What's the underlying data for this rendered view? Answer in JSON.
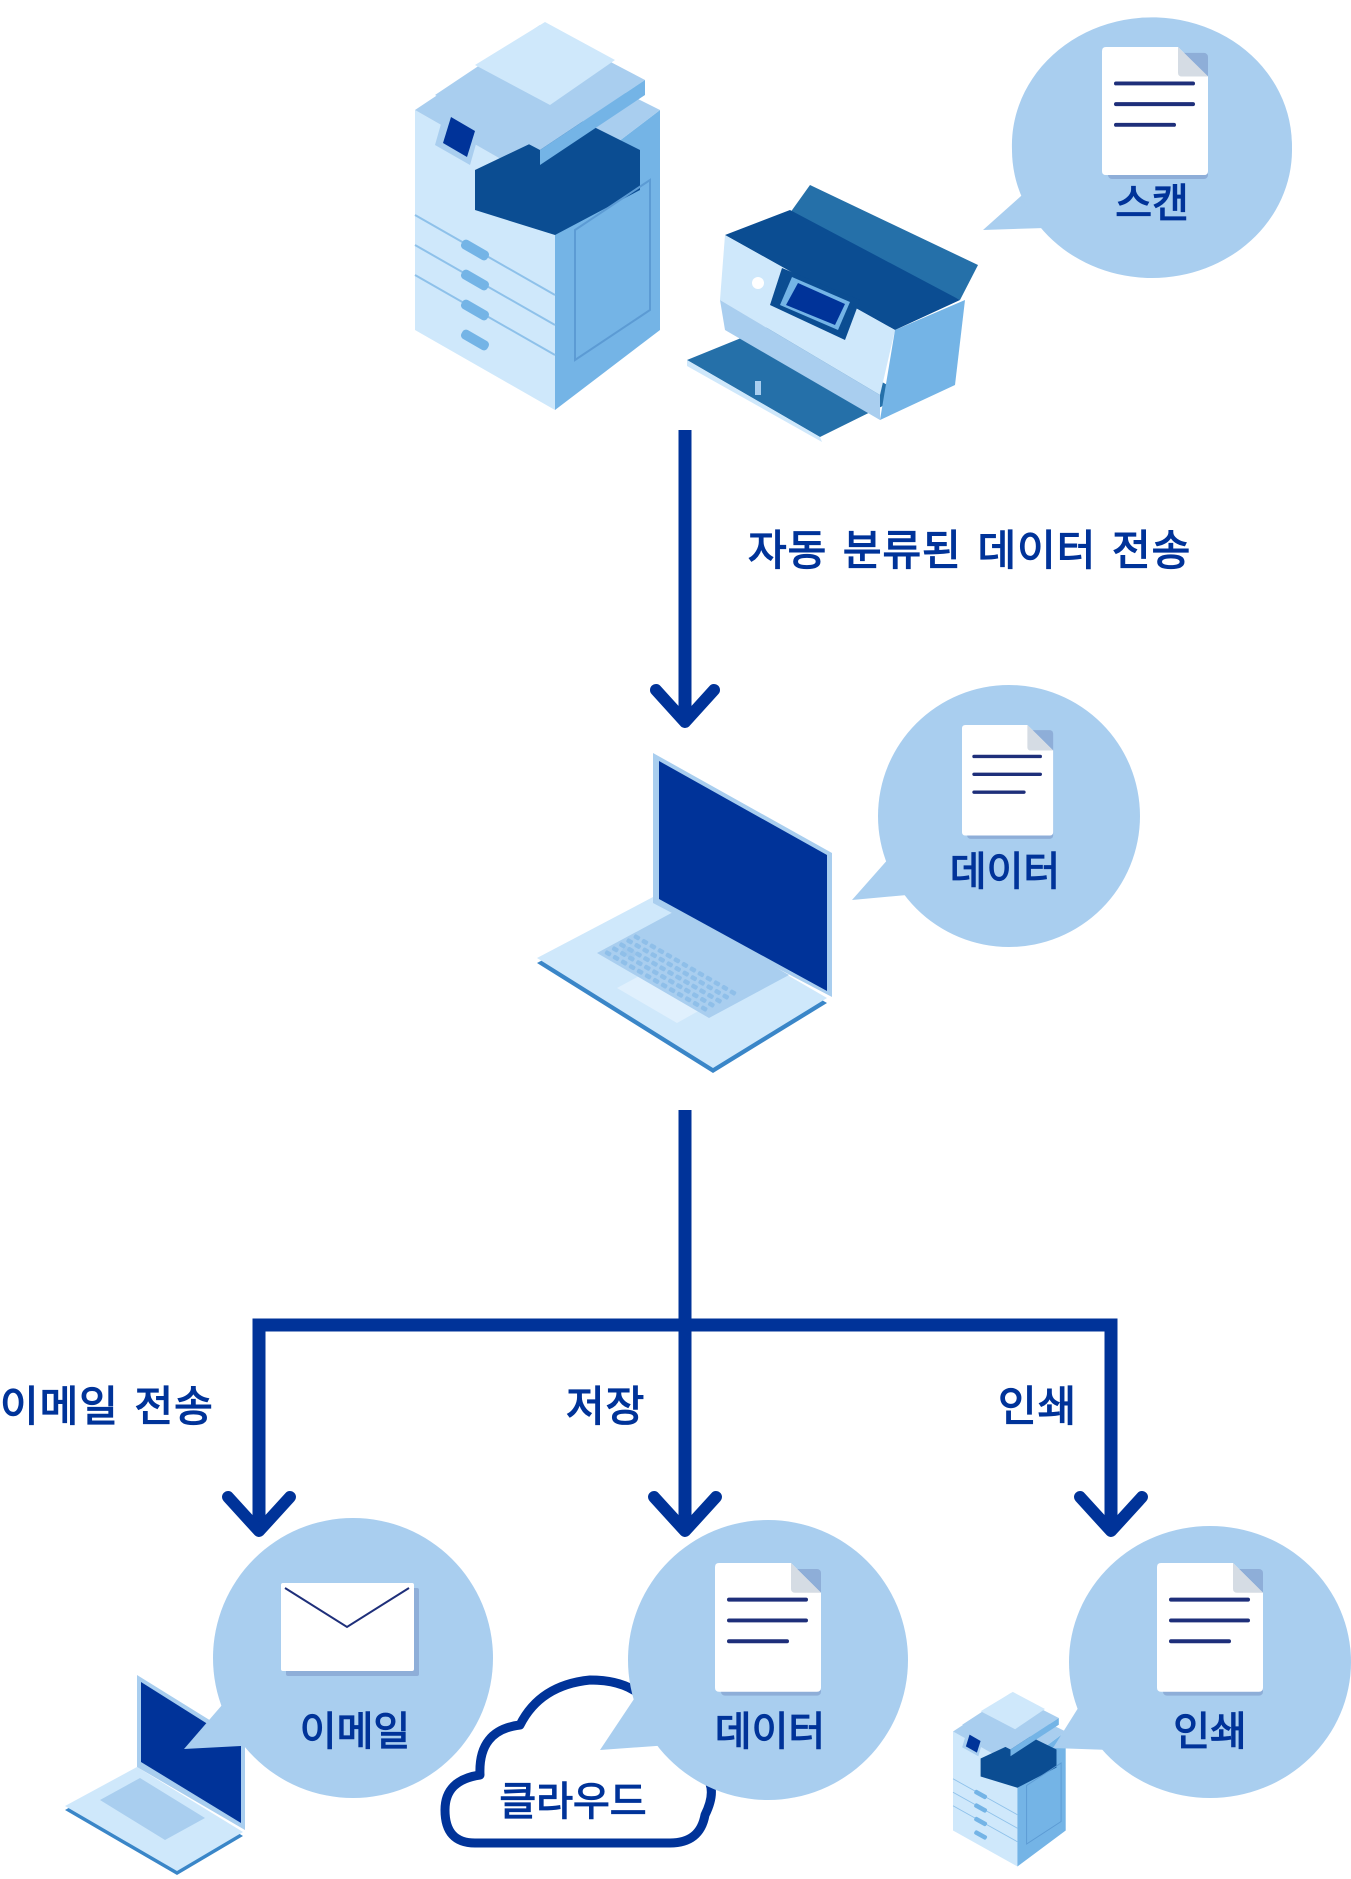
{
  "diagram": {
    "type": "workflow",
    "colors": {
      "arrow": "#003399",
      "label_text": "#003399",
      "bubble_fill": "#A9CEEF",
      "device_light": "#CFE8FB",
      "device_mid": "#74B4E6",
      "device_dark": "#0B4D92",
      "screen": "#003399",
      "document_lines": "#1E2F7A"
    },
    "source": {
      "devices": [
        {
          "name": "multifunction-copier",
          "icon": "copier-icon"
        },
        {
          "name": "document-scanner",
          "icon": "scanner-icon"
        }
      ],
      "bubble": {
        "icon": "document-icon",
        "label": "스캔"
      }
    },
    "transfer_label": "자동 분류된 데이터 전송",
    "hub": {
      "device": {
        "name": "laptop",
        "icon": "laptop-icon"
      },
      "bubble": {
        "icon": "document-icon",
        "label": "데이터"
      }
    },
    "branches": [
      {
        "id": "email",
        "arrow_label": "이메일 전송",
        "bubble": {
          "icon": "envelope-icon",
          "label": "이메일"
        },
        "device": {
          "name": "laptop",
          "icon": "laptop-icon"
        }
      },
      {
        "id": "store",
        "arrow_label": "저장",
        "bubble": {
          "icon": "document-icon",
          "label": "데이터"
        },
        "device": {
          "name": "cloud",
          "icon": "cloud-icon",
          "label": "클라우드"
        }
      },
      {
        "id": "print",
        "arrow_label": "인쇄",
        "bubble": {
          "icon": "document-icon",
          "label": "인쇄"
        },
        "device": {
          "name": "multifunction-copier",
          "icon": "copier-icon"
        }
      }
    ]
  }
}
